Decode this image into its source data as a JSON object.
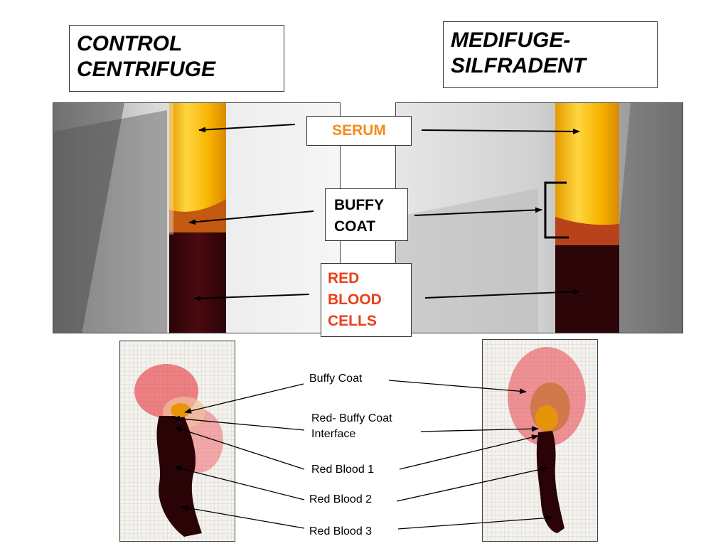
{
  "titles": {
    "left": "CONTROL\nCENTRIFUGE",
    "right": "MEDIFUGE-\nSILFRADENT"
  },
  "tube_labels": {
    "serum": "SERUM",
    "buffy_coat": "BUFFY\nCOAT",
    "red_blood_cells": "RED\nBLOOD\nCELLS"
  },
  "gauze_labels": {
    "buffy_coat": "Buffy Coat",
    "interface": "Red- Buffy Coat\nInterface",
    "red_blood_1": "Red Blood 1",
    "red_blood_2": "Red Blood 2",
    "red_blood_3": "Red Blood 3"
  },
  "colors": {
    "serum_label": "#f28c1c",
    "rbc_label": "#e8401c",
    "buffy_label": "#000000",
    "serum_fill": "#f7b400",
    "rbc_fill": "#3a0508"
  }
}
